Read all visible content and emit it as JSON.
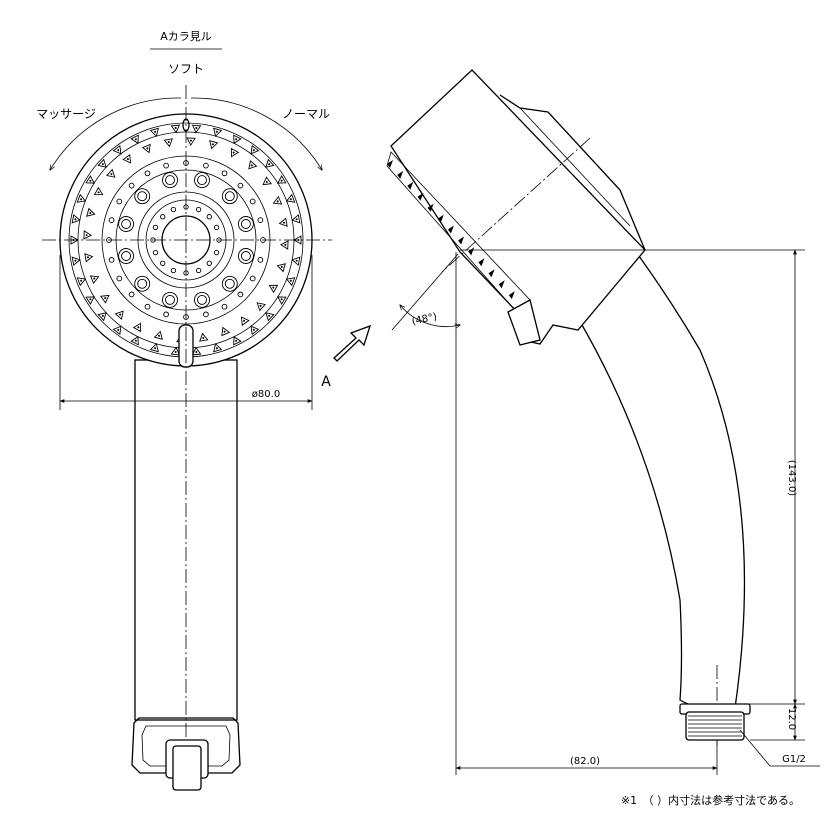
{
  "front_view": {
    "view_label": "Aカラ見ル",
    "mode_top": "ソフト",
    "mode_left": "マッサージ",
    "mode_right": "ノーマル",
    "diameter": "ø80.0"
  },
  "side_view": {
    "arrow_label": "A",
    "angle": "(48°)",
    "height_total": "(143.0)",
    "height_thread": "12.0",
    "length": "(82.0)",
    "thread": "G1/2"
  },
  "footnote": "※1　（ ）内寸法は参考寸法である。"
}
